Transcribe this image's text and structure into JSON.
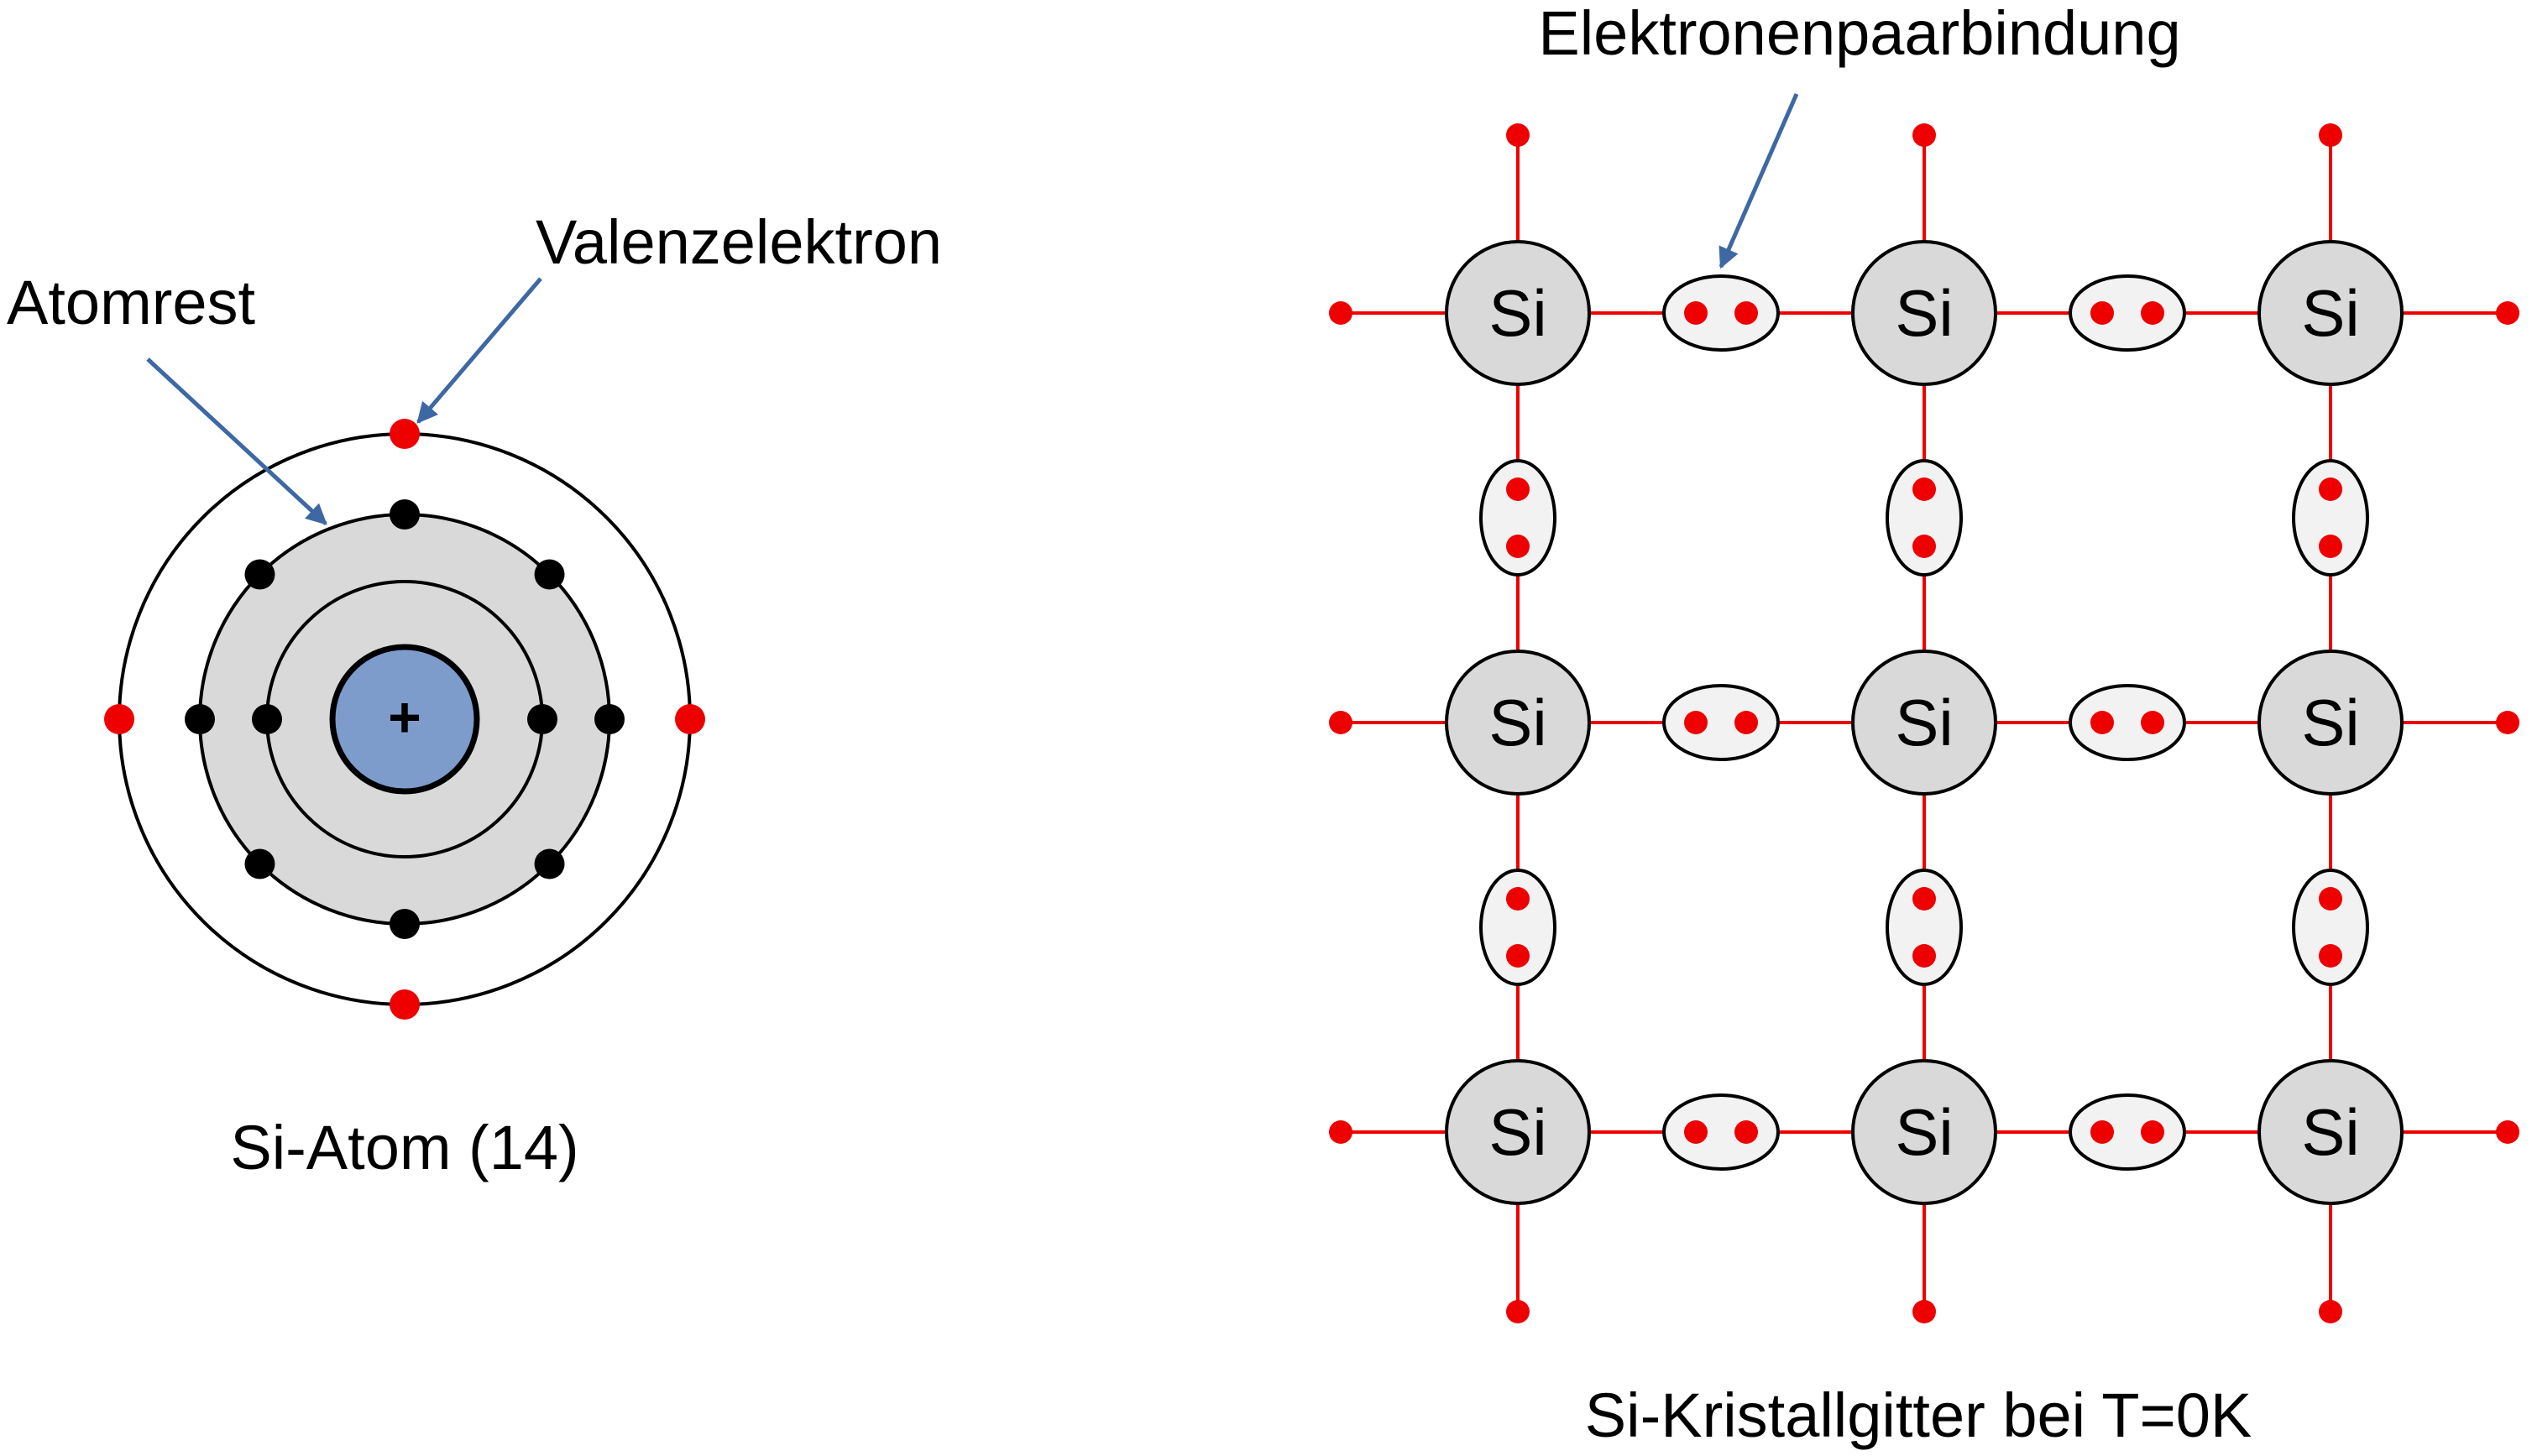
{
  "labels": {
    "atomrest": "Atomrest",
    "valenzelektron": "Valenzelektron",
    "atom_caption": "Si-Atom (14)",
    "bond_label": "Elektronenpaarbindung",
    "lattice_caption": "Si-Kristallgitter bei T=0K",
    "nucleus_sign": "+",
    "atom_symbol": "Si"
  },
  "colors": {
    "nucleus": "#7d9ccc",
    "core": "#d9d9d9",
    "atom_fill": "#d9d9d9",
    "valence_electron": "#ee0000",
    "core_electron": "#000000",
    "bond_line": "#ee0000",
    "pair_fill": "#f2f2f2",
    "arrow": "#3e68a3",
    "stroke": "#000000"
  },
  "atom_model": {
    "core_electrons_inner_shell": 2,
    "core_electrons_middle_shell": 8,
    "valence_electrons": 4
  },
  "lattice": {
    "rows": 3,
    "cols": 3,
    "atom_label": "Si",
    "electrons_per_bond": 2
  }
}
